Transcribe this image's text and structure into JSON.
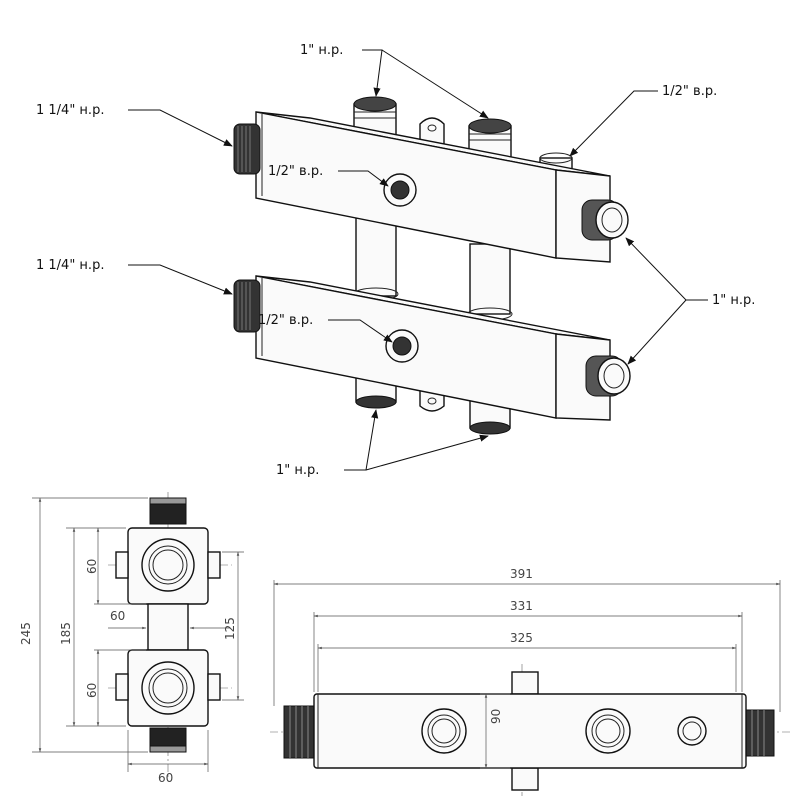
{
  "callouts": {
    "top_left_inlet": "1 1/4\" н.р.",
    "bottom_left_inlet": "1 1/4\" н.р.",
    "top_outlets": "1\" н.р.",
    "top_right_port": "1/2\" в.р.",
    "upper_center_port": "1/2\" в.р.",
    "lower_center_port": "1/2\" в.р.",
    "right_outlets": "1\" н.р.",
    "bottom_outlets": "1\" н.р."
  },
  "dimensions": {
    "side_overall_height": "245",
    "side_axis_distance": "185",
    "side_body_height_upper": "60",
    "side_body_height_lower": "60",
    "side_tube_width": "60",
    "side_right_distance": "125",
    "side_bottom_width": "60",
    "front_overall_length": "391",
    "front_body_length": "331",
    "front_axis_length": "325",
    "front_height": "90"
  }
}
